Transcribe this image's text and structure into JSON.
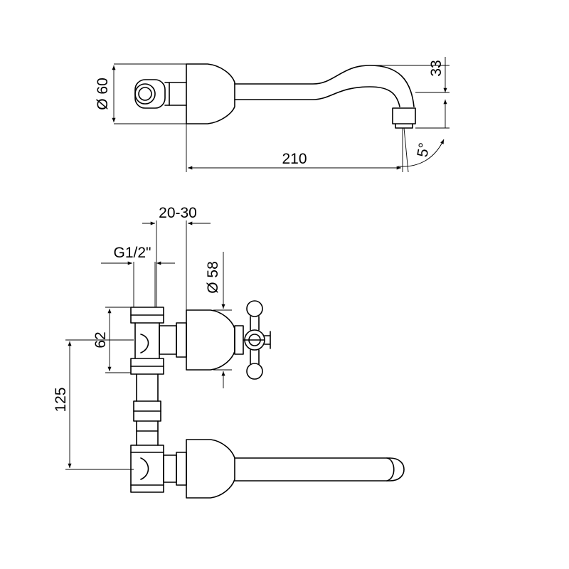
{
  "diagram": {
    "top_view": {
      "diameter_label": "Ø 60",
      "height_label": "33",
      "length_label": "210",
      "angle_label": "5°"
    },
    "front_view": {
      "offset_label": "20-30",
      "thread_label": "G1/2\"",
      "diameter_label": "Ø 58",
      "body_height_label": "62",
      "spacing_label": "125"
    }
  }
}
